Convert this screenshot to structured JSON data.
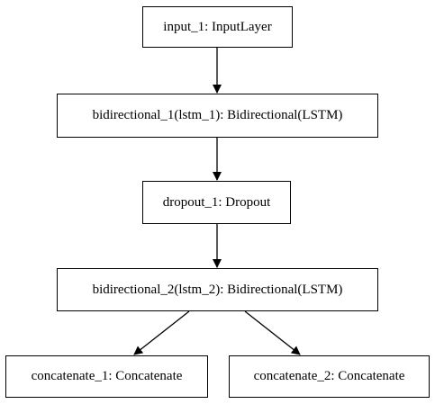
{
  "diagram": {
    "nodes": [
      {
        "id": "input_1",
        "label": "input_1: InputLayer"
      },
      {
        "id": "bidirectional_1",
        "label": "bidirectional_1(lstm_1): Bidirectional(LSTM)"
      },
      {
        "id": "dropout_1",
        "label": "dropout_1: Dropout"
      },
      {
        "id": "bidirectional_2",
        "label": "bidirectional_2(lstm_2): Bidirectional(LSTM)"
      },
      {
        "id": "concatenate_1",
        "label": "concatenate_1: Concatenate"
      },
      {
        "id": "concatenate_2",
        "label": "concatenate_2: Concatenate"
      }
    ],
    "edges": [
      {
        "from": "input_1",
        "to": "bidirectional_1"
      },
      {
        "from": "bidirectional_1",
        "to": "dropout_1"
      },
      {
        "from": "dropout_1",
        "to": "bidirectional_2"
      },
      {
        "from": "bidirectional_2",
        "to": "concatenate_1"
      },
      {
        "from": "bidirectional_2",
        "to": "concatenate_2"
      }
    ],
    "colors": {
      "stroke": "#000000",
      "background": "#ffffff"
    }
  }
}
